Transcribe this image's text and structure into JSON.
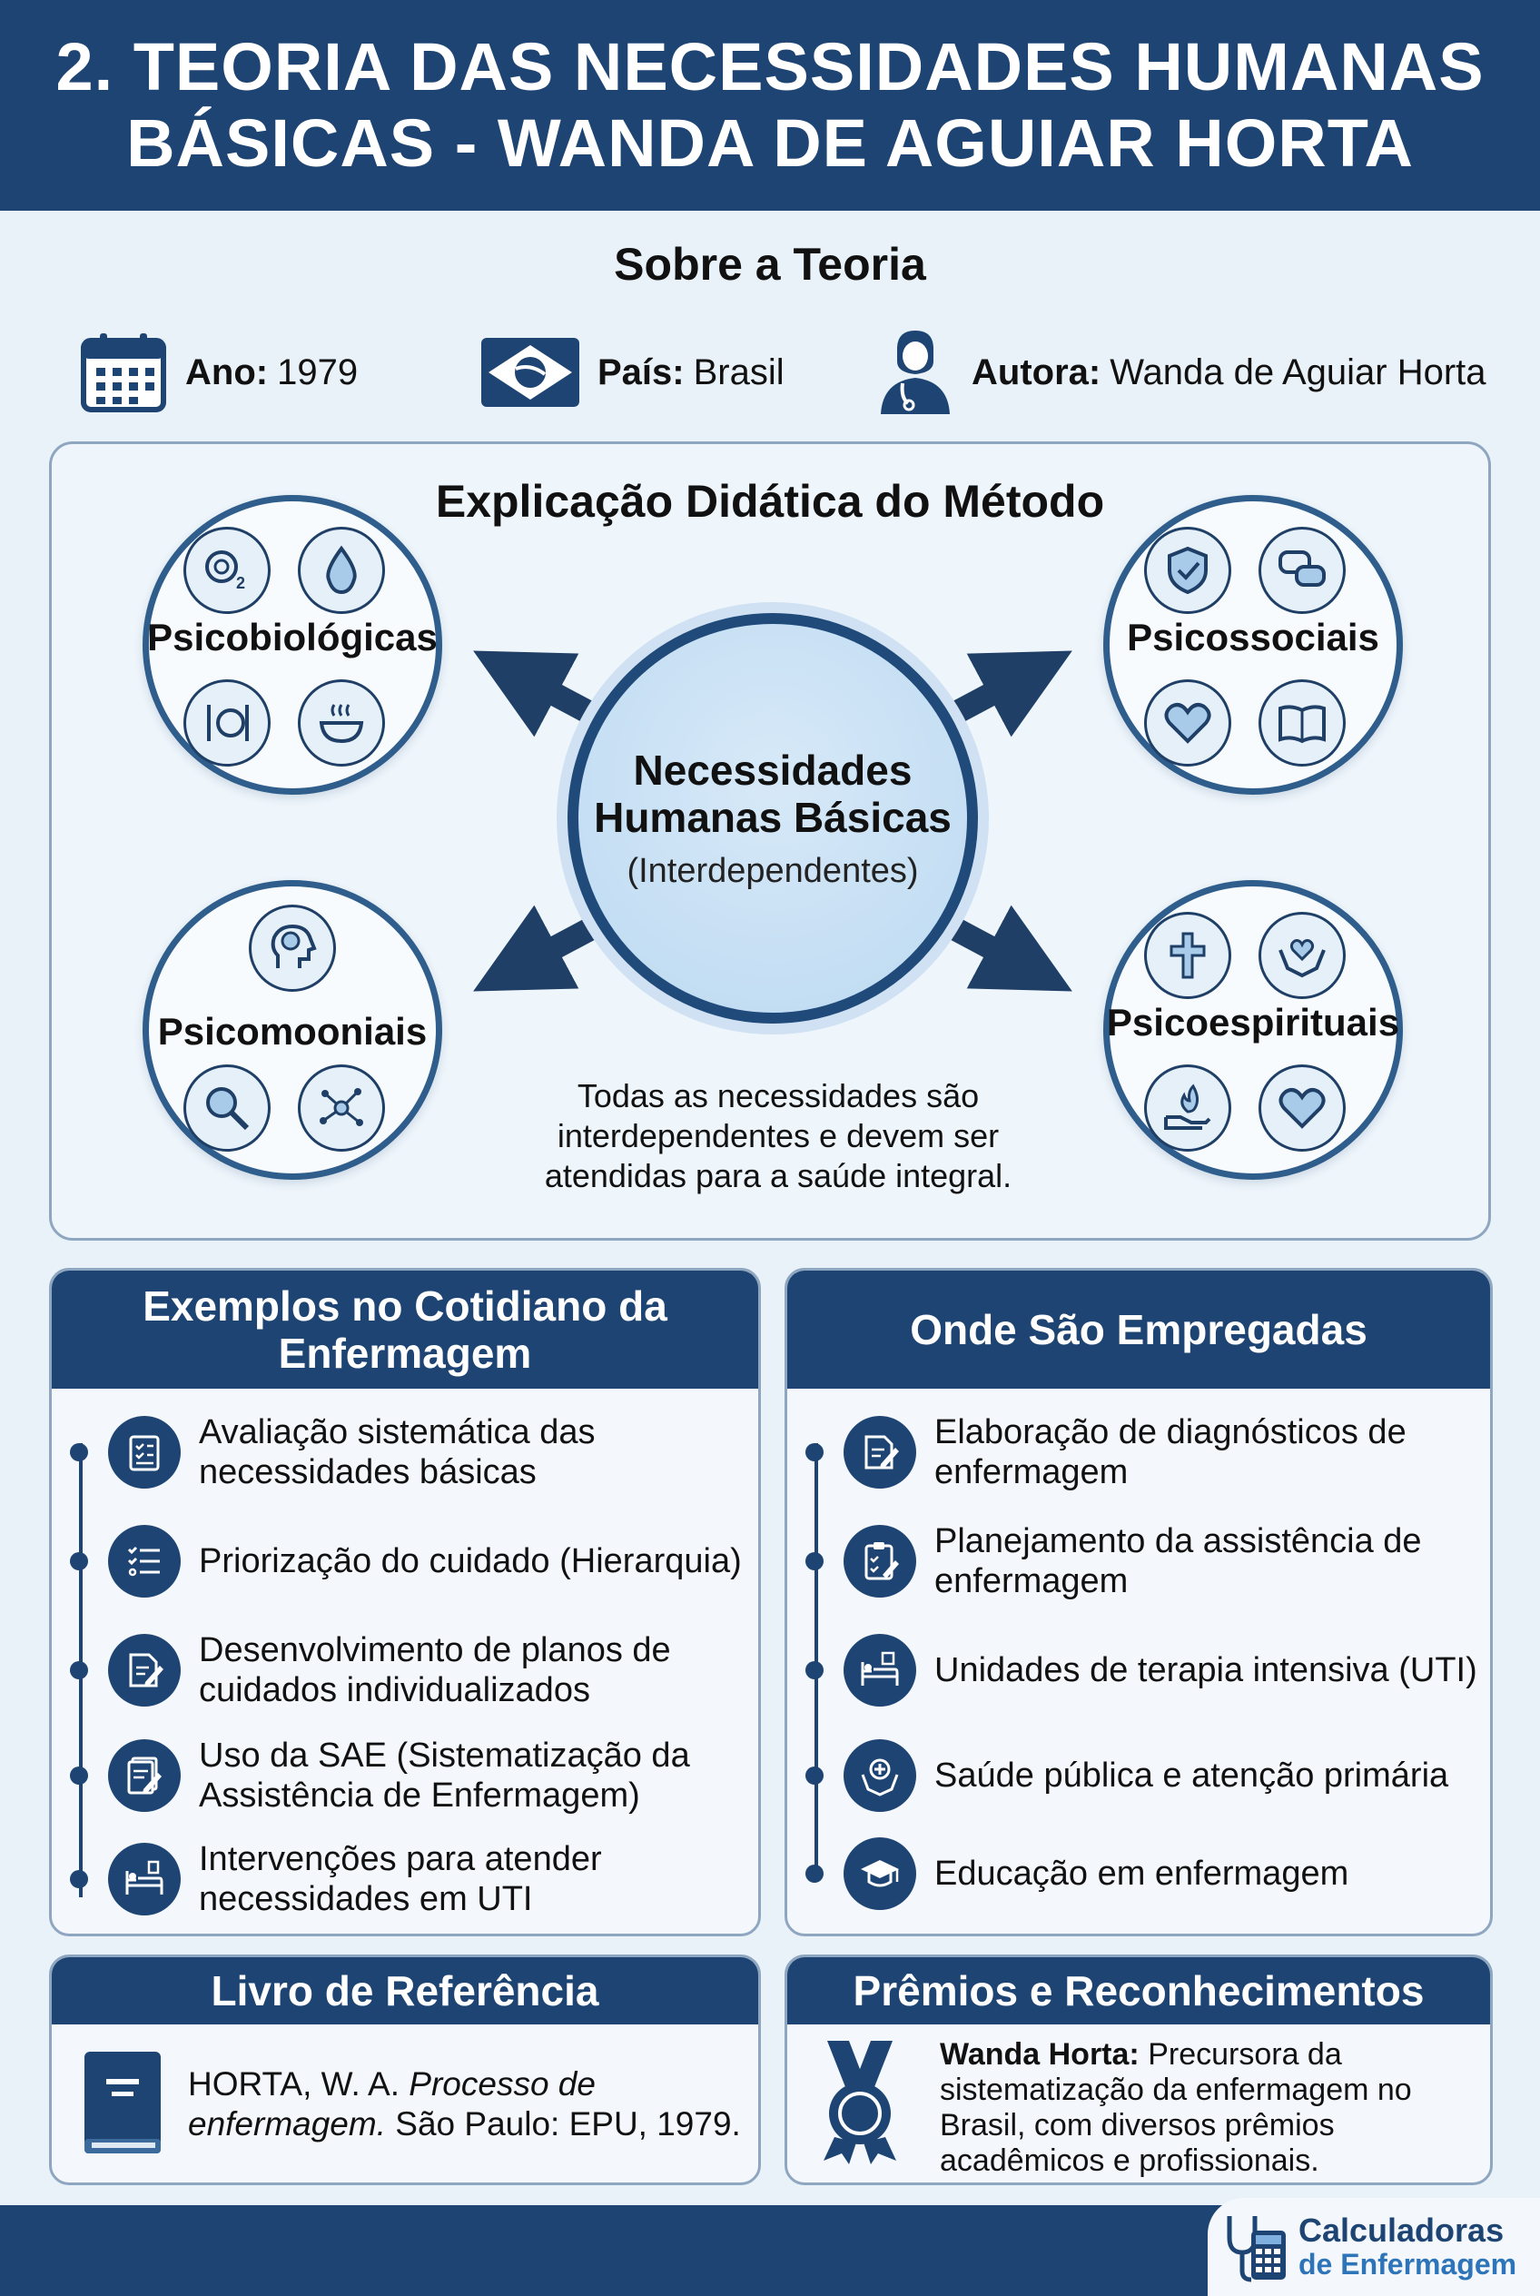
{
  "header": {
    "title": "2. TEORIA DAS NECESSIDADES HUMANAS\nBÁSICAS - WANDA DE AGUIAR HORTA"
  },
  "about": {
    "title": "Sobre a Teoria",
    "year_label": "Ano:",
    "year": "1979",
    "country_label": "País:",
    "country": "Brasil",
    "author_label": "Autora:",
    "author": "Wanda de Aguiar Horta"
  },
  "method": {
    "title": "Explicação Didática do Método",
    "center_title": "Necessidades\nHumanas Básicas",
    "center_subtitle": "(Interdependentes)",
    "groups": {
      "top_left": "Psicobiológicas",
      "top_right": "Psicossociais",
      "bottom_left": "Psicomooniais",
      "bottom_right": "Psicoespirituais"
    },
    "note": "Todas as necessidades são interdependentes e devem ser atendidas para a saúde integral."
  },
  "examples": {
    "title": "Exemplos no Cotidiano da Enfermagem",
    "items": [
      "Avaliação sistemática das necessidades básicas",
      "Priorização do cuidado (Hierarquia)",
      "Desenvolvimento de planos de cuidados individualizados",
      "Uso da SAE (Sistematização da Assistência de Enfermagem)",
      "Intervenções para atender necessidades em UTI"
    ]
  },
  "usage": {
    "title": "Onde São Empregadas",
    "items": [
      "Elaboração de diagnósticos de enfermagem",
      "Planejamento da assistência de enfermagem",
      "Unidades de terapia intensiva (UTI)",
      "Saúde pública e atenção primária",
      "Educação em enfermagem"
    ]
  },
  "reference": {
    "title": "Livro de Referência",
    "author": "HORTA, W. A.",
    "book": "Processo de enfermagem.",
    "publisher": "São Paulo: EPU, 1979."
  },
  "awards": {
    "title": "Prêmios e Reconhecimentos",
    "name": "Wanda Horta:",
    "text": "Precursora da sistematização da enfermagem no Brasil, com diversos prêmios acadêmicos e profissionais."
  },
  "brand": {
    "line1": "Calculadoras",
    "line2": "de Enfermagem"
  },
  "colors": {
    "primary": "#1d4472",
    "accent": "#2d74b8",
    "background": "#eaf2f9"
  }
}
